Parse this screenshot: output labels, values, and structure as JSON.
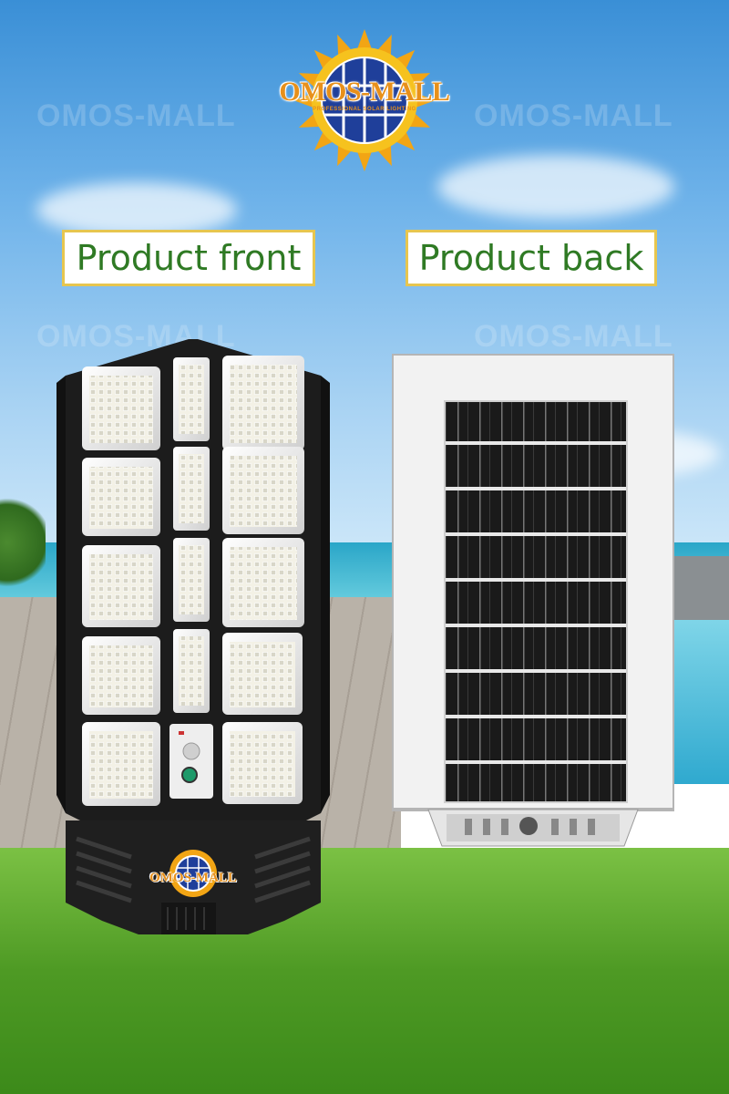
{
  "brand": {
    "name": "OMOS-MALL",
    "tagline": "PROFESSIONAL SOLAR LIGHTING",
    "watermark": "OMOS-MALL"
  },
  "labels": {
    "front": "Product front",
    "back": "Product back"
  },
  "colors": {
    "label_text": "#2f7a24",
    "label_border": "#e7c64f",
    "brand_orange": "#e8901a",
    "lamp_body": "#1c1c1c",
    "solar_cell": "#1a1a1a"
  }
}
